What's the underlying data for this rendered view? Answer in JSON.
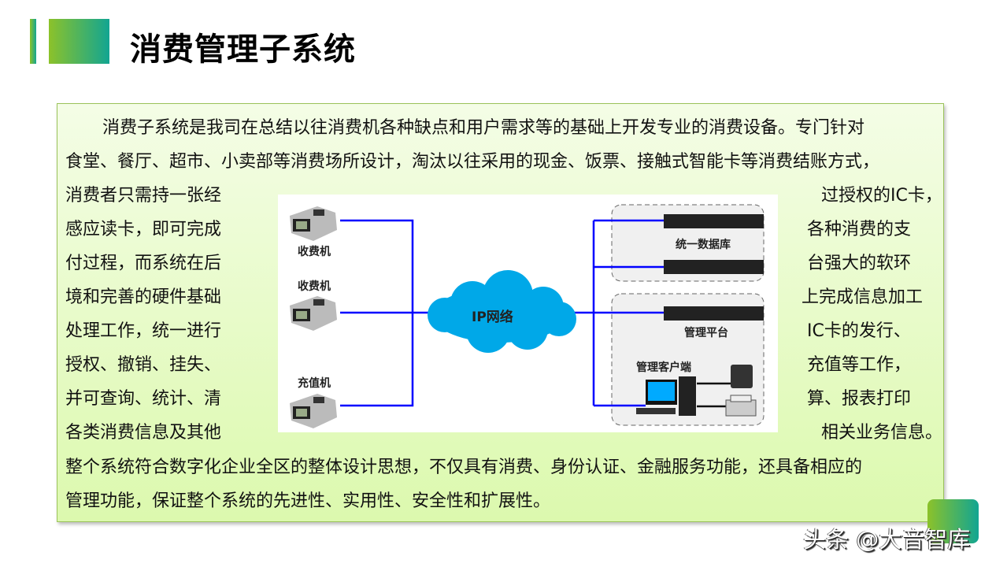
{
  "header": {
    "title": "消费管理子系统"
  },
  "body": {
    "line1": "消费子系统是我司在总结以往消费机各种缺点和用户需求等的基础上开发专业的消费设备。专门针对",
    "line2": "食堂、餐厅、超市、小卖部等消费场所设计，淘汰以往采用的现金、饭票、接触式智能卡等消费结账方式，",
    "split": [
      {
        "left": "消费者只需持一张经",
        "right": "过授权的IC卡，"
      },
      {
        "left": "感应读卡，即可完成",
        "right": "各种消费的支"
      },
      {
        "left": "付过程，而系统在后",
        "right": "台强大的软环"
      },
      {
        "left": "境和完善的硬件基础",
        "right": "上完成信息加工"
      },
      {
        "left": "处理工作，统一进行",
        "right": "IC卡的发行、"
      },
      {
        "left": "授权、撤销、挂失、",
        "right": "充值等工作，"
      },
      {
        "left": "并可查询、统计、清",
        "right": "算、报表打印"
      },
      {
        "left": "各类消费信息及其他",
        "right": "相关业务信息。"
      }
    ],
    "line11": "整个系统符合数字化企业全区的整体设计思想，不仅具有消费、身份认证、金融服务功能，还具备相应的",
    "line12": "管理功能，保证整个系统的先进性、实用性、安全性和扩展性。"
  },
  "diagram": {
    "terminal1": "收费机",
    "terminal2": "收费机",
    "terminal3": "充值机",
    "network": "IP网络",
    "database": "统一数据库",
    "platform": "管理平台",
    "client": "管理客户端",
    "line_color": "#0000ff",
    "cloud_color": "#00a8e8"
  },
  "watermark": "头条 @大音智库"
}
